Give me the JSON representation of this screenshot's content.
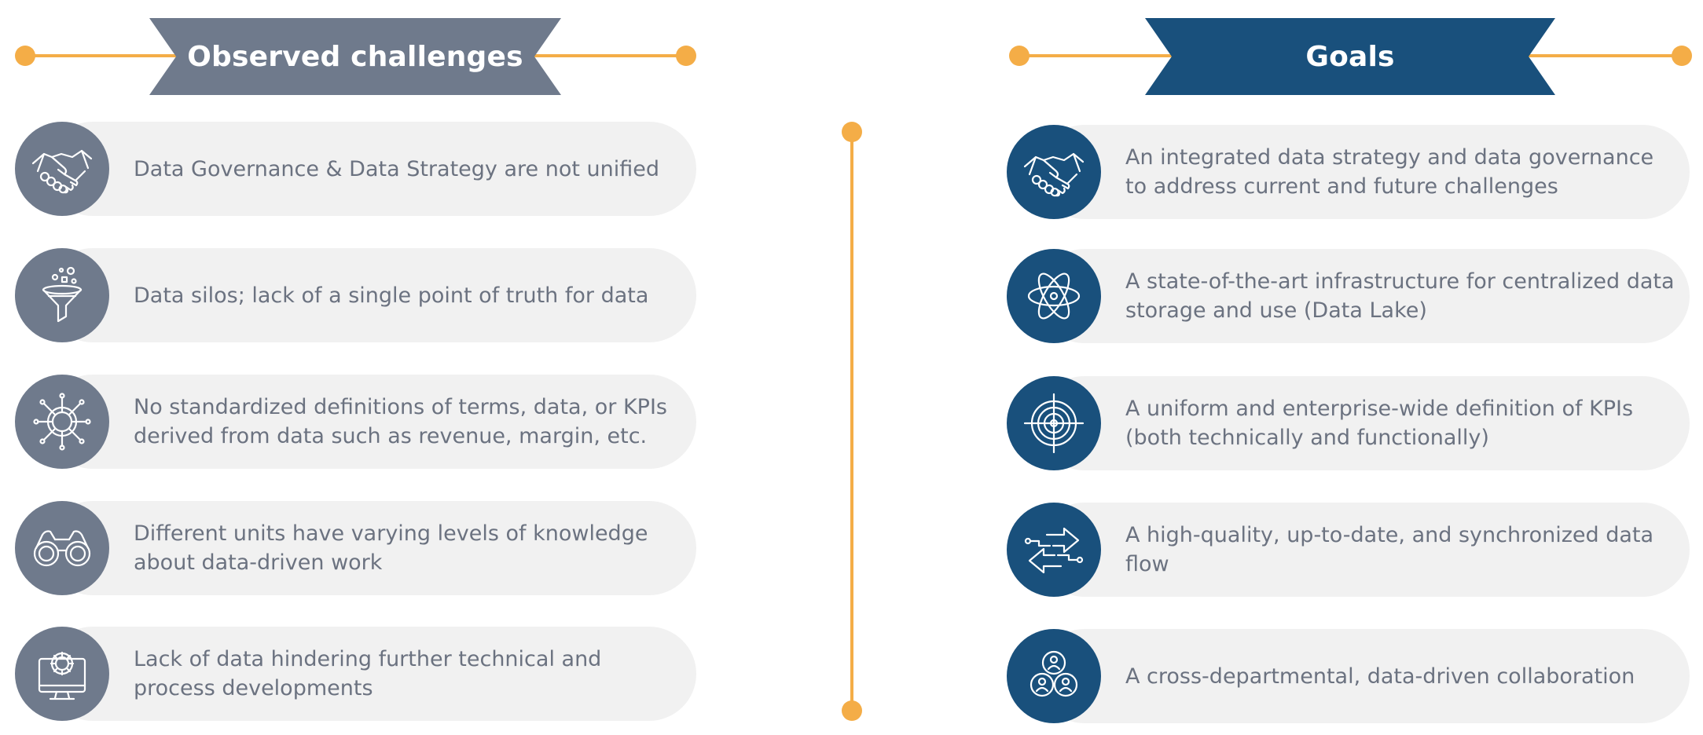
{
  "left": {
    "title": "Observed challenges",
    "items": [
      {
        "text": "Data Governance & Data Strategy are not unified",
        "icon": "handshake-icon"
      },
      {
        "text": "Data silos; lack of a single point of truth for data",
        "icon": "funnel-icon"
      },
      {
        "text": "No standardized definitions of terms, data, or KPIs derived from data such as revenue, margin, etc.",
        "icon": "gear-circuit-icon"
      },
      {
        "text": "Different units have varying levels of knowledge about data-driven work",
        "icon": "binoculars-icon"
      },
      {
        "text": "Lack of data hindering further technical and process developments",
        "icon": "monitor-gear-icon"
      }
    ]
  },
  "right": {
    "title": "Goals",
    "items": [
      {
        "text": "An integrated data strategy and data governance to address current and future challenges",
        "icon": "handshake-icon"
      },
      {
        "text": "A state-of-the-art infrastructure for centralized data storage and use (Data Lake)",
        "icon": "atom-icon"
      },
      {
        "text": "A uniform and enterprise-wide definition of KPIs (both technically and functionally)",
        "icon": "target-icon"
      },
      {
        "text": "A high-quality, up-to-date, and synchronized data flow",
        "icon": "data-flow-arrows-icon"
      },
      {
        "text": "A cross-departmental, data-driven collaboration",
        "icon": "collaboration-icon"
      }
    ]
  },
  "colors": {
    "accent": "#f4ad47",
    "left_banner": "#6f7a8c",
    "right_banner": "#19507c",
    "pill_bg": "#f1f1f1",
    "text": "#6b7280"
  }
}
